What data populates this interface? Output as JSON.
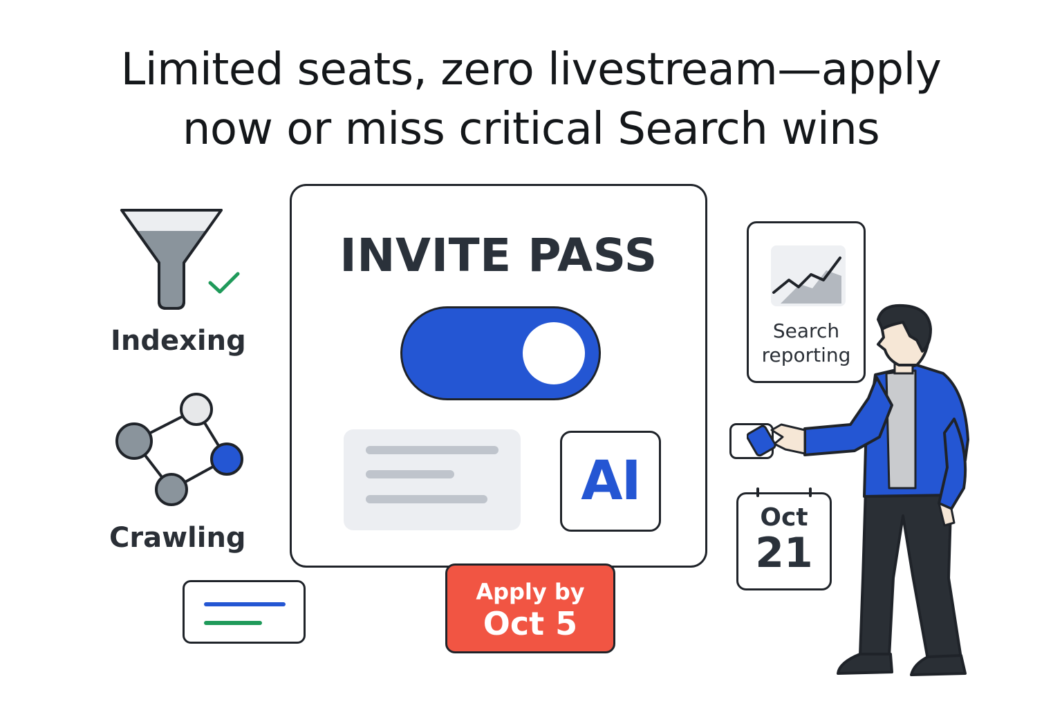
{
  "headline": {
    "line1": "Limited seats, zero livestream—apply",
    "line2": "now or miss critical Search wins"
  },
  "features": {
    "indexing": {
      "label": "Indexing",
      "icon": "funnel-icon"
    },
    "crawling": {
      "label": "Crawling",
      "icon": "network-nodes-icon"
    }
  },
  "pass": {
    "title": "INVITE PASS",
    "toggle_on": true,
    "ai_badge": "AI"
  },
  "apply": {
    "line1": "Apply by",
    "line2": "Oct 5"
  },
  "report": {
    "label_line1": "Search",
    "label_line2": "reporting",
    "icon": "line-chart-icon"
  },
  "calendar": {
    "month": "Oct",
    "day": "21"
  },
  "colors": {
    "accent_blue": "#2456d3",
    "cta_red": "#f15543",
    "check_green": "#1f9a5a",
    "outline": "#1f2329"
  }
}
